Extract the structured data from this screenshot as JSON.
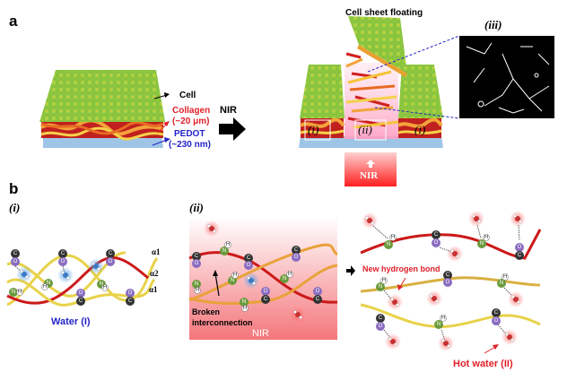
{
  "panel_a": {
    "letter": "a",
    "labels": {
      "cell": "Cell",
      "collagen": "Collagen",
      "collagen_thickness": "(~20 μm)",
      "pedot": "PEDOT",
      "pedot_thickness": "(~230 nm)",
      "nir_arrow": "NIR",
      "cell_sheet_floating": "Cell sheet floating",
      "region_i_left": "(i)",
      "region_ii": "(ii)",
      "region_i_right": "(i)",
      "inset_iii": "(iii)",
      "nir_source": "NIR"
    },
    "colors": {
      "cell_green": "#8cc63f",
      "collagen_red": "#e0202a",
      "pedot_blue": "#2424c8",
      "substrate": "#9ec4e6",
      "nir_red": "#ff2a2a"
    }
  },
  "panel_b": {
    "letter": "b",
    "sub_i": {
      "label": "(i)",
      "chain_labels": [
        "α1",
        "α2",
        "α1"
      ],
      "water_label": "Water (I)"
    },
    "sub_ii": {
      "label": "(ii)",
      "broken_label_line1": "Broken",
      "broken_label_line2": "interconnection",
      "nir_label": "NIR"
    },
    "sub_iii": {
      "new_bond_label": "New hydrogen bond",
      "hot_water_label": "Hot water (II)"
    },
    "atoms": {
      "carbon": "C",
      "oxygen": "O",
      "nitrogen": "N",
      "hydrogen": "H"
    },
    "colors": {
      "carbon": "#333333",
      "oxygen": "#8a6cc0",
      "nitrogen": "#6a9a3c",
      "hydrogen": "#ffffff",
      "chain_red": "#cc1a1a",
      "chain_yellow": "#e8d24a",
      "chain_orange": "#e8a23a",
      "label_red": "#e0202a",
      "label_blue": "#2424c8"
    }
  }
}
